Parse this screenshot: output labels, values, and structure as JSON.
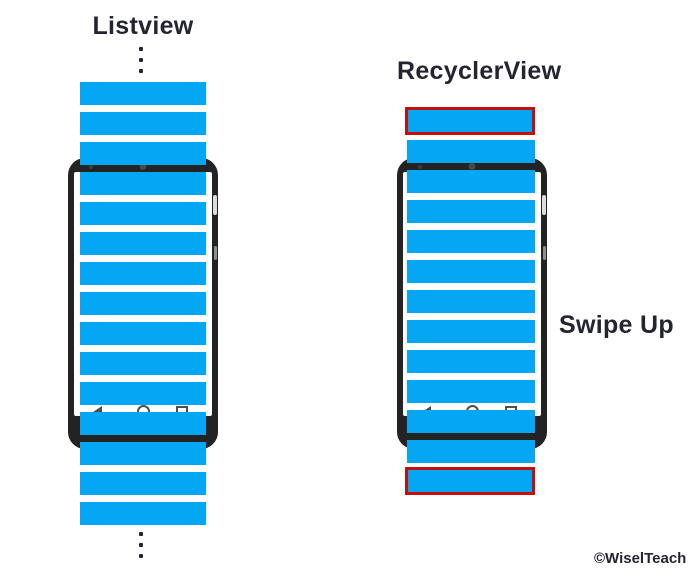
{
  "colors": {
    "item_blue": "#05a6f3",
    "recycled_red": "#c40e0e",
    "phone_body": "#232323",
    "screen_white": "#ffffff",
    "ink": "#242531",
    "nav_icon": "#4f4f4f"
  },
  "listview": {
    "label": "Listview",
    "item_count": 15,
    "recycled_indices": [],
    "ellipsis_top_dots": 3,
    "ellipsis_bottom_dots": 3
  },
  "recyclerview": {
    "label": "RecyclerView",
    "item_count": 13,
    "recycled_indices": [
      0,
      12
    ]
  },
  "phone": {
    "nav_buttons": [
      "back",
      "home",
      "recents"
    ]
  },
  "annotations": {
    "swipe_up": "Swipe Up",
    "watermark": "©WiselTeach"
  }
}
